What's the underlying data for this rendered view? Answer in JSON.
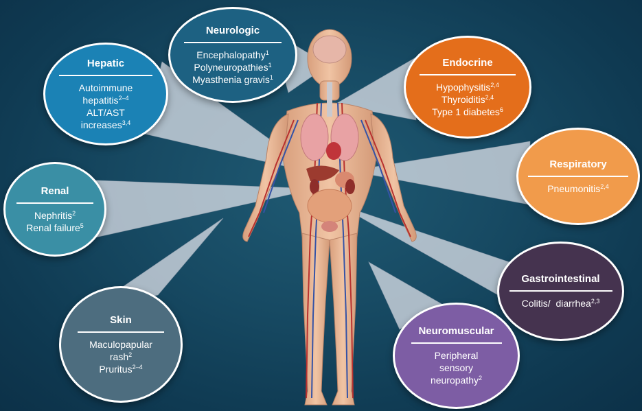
{
  "organs": [
    {
      "id": "neurologic",
      "title": "Neurologic",
      "color": "#1d6182",
      "items": [
        {
          "text": "Encephalopathy",
          "sup": "1"
        },
        {
          "text": "Polyneuropathies",
          "sup": "1"
        },
        {
          "text": "Myasthenia gravis",
          "sup": "1"
        }
      ]
    },
    {
      "id": "hepatic",
      "title": "Hepatic",
      "color": "#1b82b5",
      "items": [
        {
          "text": "Autoimmune",
          "sup": ""
        },
        {
          "text": "hepatitis",
          "sup": "2–4"
        },
        {
          "text": "ALT/AST",
          "sup": ""
        },
        {
          "text": "increases",
          "sup": "3,4"
        }
      ]
    },
    {
      "id": "endocrine",
      "title": "Endocrine",
      "color": "#e46e1b",
      "items": [
        {
          "text": "Hypophysitis",
          "sup": "2,4"
        },
        {
          "text": "Thyroiditis",
          "sup": "2,4"
        },
        {
          "text": "Type 1 diabetes",
          "sup": "6"
        }
      ]
    },
    {
      "id": "respiratory",
      "title": "Respiratory",
      "color": "#f19b4b",
      "items": [
        {
          "text": "Pneumonitis",
          "sup": "2,4"
        }
      ]
    },
    {
      "id": "renal",
      "title": "Renal",
      "color": "#3a8fa5",
      "items": [
        {
          "text": "Nephritis",
          "sup": "2"
        },
        {
          "text": "Renal failure",
          "sup": "5"
        }
      ]
    },
    {
      "id": "gastrointestinal",
      "title": "Gastrointestinal",
      "color": "#45334f",
      "items": [
        {
          "text": "Colitis/  diarrhea",
          "sup": "2,3"
        }
      ]
    },
    {
      "id": "skin",
      "title": "Skin",
      "color": "#4d6d7f",
      "items": [
        {
          "text": "Maculopapular",
          "sup": ""
        },
        {
          "text": "rash",
          "sup": "2"
        },
        {
          "text": "Pruritus",
          "sup": "2–4"
        }
      ]
    },
    {
      "id": "neuromuscular",
      "title": "Neuromuscular",
      "color": "#7d5da4",
      "items": [
        {
          "text": "Peripheral",
          "sup": ""
        },
        {
          "text": "sensory",
          "sup": ""
        },
        {
          "text": "neuropathy",
          "sup": "2"
        }
      ]
    }
  ]
}
